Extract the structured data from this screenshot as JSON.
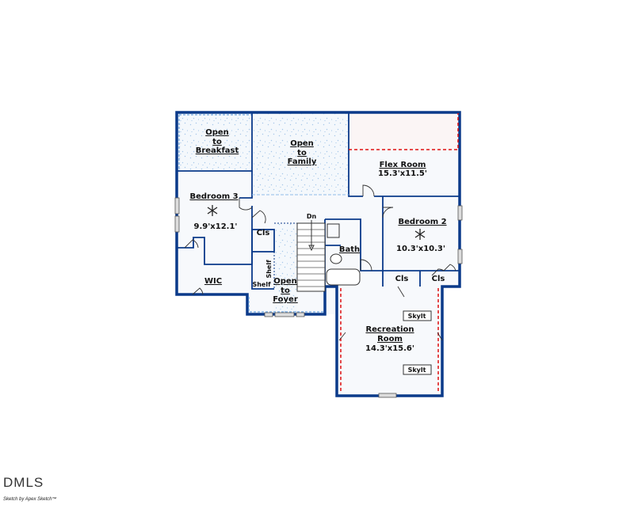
{
  "rooms": {
    "open_breakfast": [
      "Open",
      "to",
      "Breakfast"
    ],
    "open_family": [
      "Open",
      "to",
      "Family"
    ],
    "flex_room": {
      "name": "Flex Room",
      "dim": "15.3'x11.5'"
    },
    "bedroom3": {
      "name": "Bedroom 3",
      "dim": "9.9'x12.1'"
    },
    "bedroom2": {
      "name": "Bedroom 2",
      "dim": "10.3'x10.3'"
    },
    "recreation": {
      "name": [
        "Recreation",
        "Room"
      ],
      "dim": "14.3'x15.6'"
    },
    "open_foyer": [
      "Open",
      "to",
      "Foyer"
    ],
    "cls": "Cls",
    "bath": "Bath",
    "wic": "WIC",
    "shelf": "Shelf",
    "dn": "Dn",
    "skylt": "Skylt"
  },
  "footer": {
    "logo": "DMLS",
    "credit": "Sketch by Apex Sketch™"
  },
  "colors": {
    "wall": "#0b3a8a",
    "open_fill": "#eef4fb",
    "dashed_red": "#e01010",
    "flex_top": "#fbf5f5"
  }
}
